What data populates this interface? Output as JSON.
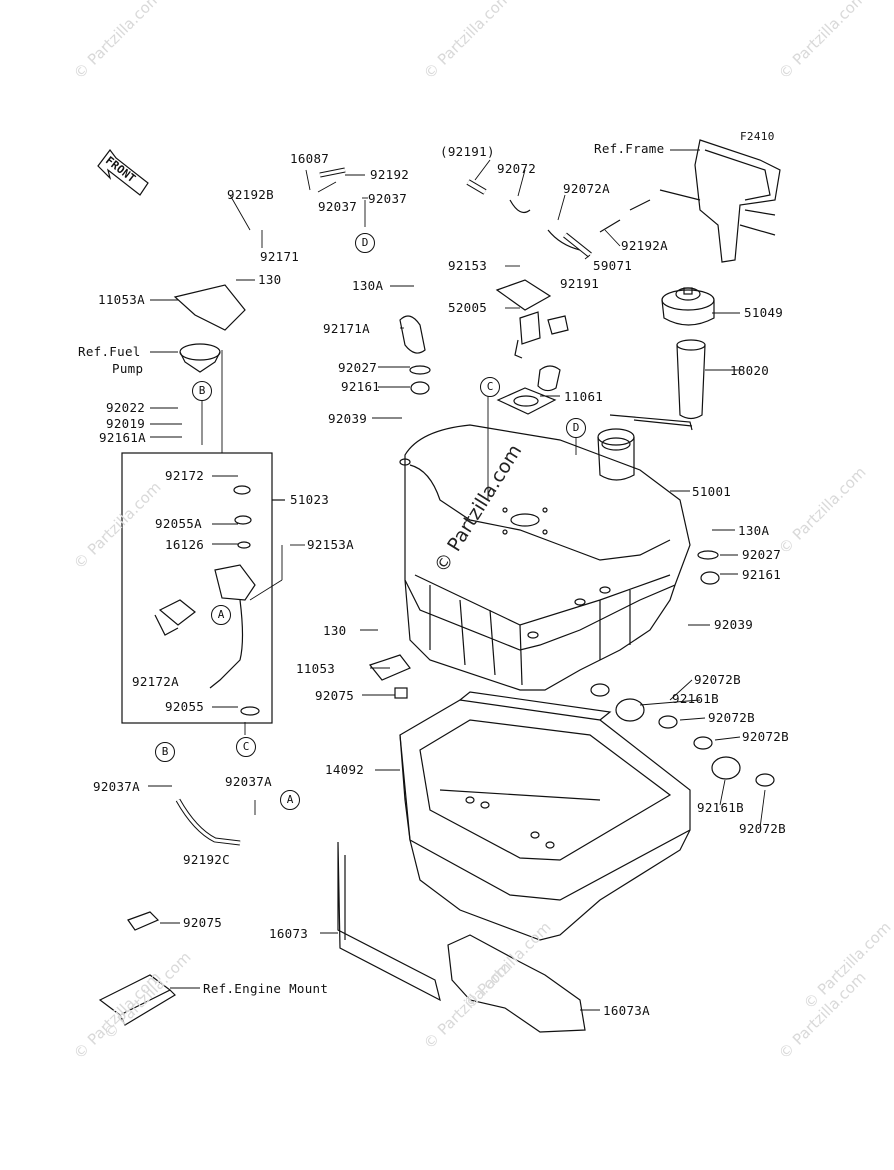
{
  "diagram_code": "F2410",
  "watermark": "© Partzilla.com",
  "watermark_brand": "© Partzilla.com",
  "front_label": "FRONT",
  "reference_labels": {
    "frame": "Ref.Frame",
    "fuel_pump_1": "Ref.Fuel",
    "fuel_pump_2": "Pump",
    "engine_mount": "Ref.Engine Mount"
  },
  "callouts": [
    "A",
    "B",
    "C",
    "D"
  ],
  "part_numbers": [
    "16087",
    "92192",
    "92037",
    "92192B",
    "92171",
    "92037",
    "130",
    "11053A",
    "92022",
    "92019",
    "92161A",
    "92172",
    "51023",
    "92055A",
    "16126",
    "92153A",
    "92172A",
    "92055",
    "92037A",
    "92037A",
    "92192C",
    "92075",
    "(92191)",
    "92072",
    "92072A",
    "92191",
    "59071",
    "92192A",
    "Ref.Frame",
    "92153",
    "52005",
    "130A",
    "92171A",
    "92027",
    "92161",
    "92039",
    "11061",
    "51049",
    "18020",
    "51001",
    "130A",
    "92027",
    "92161",
    "92039",
    "130",
    "11053",
    "92075",
    "14092",
    "92072B",
    "92161B",
    "92072B",
    "92072B",
    "92161B",
    "92072B",
    "16073",
    "16073A"
  ]
}
